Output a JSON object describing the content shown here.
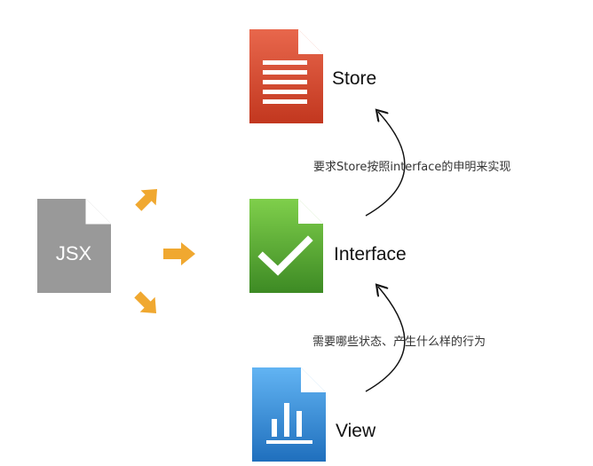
{
  "nodes": {
    "jsx": {
      "label": "JSX",
      "color": "#999999"
    },
    "store": {
      "label": "Store",
      "color": "#d24a34"
    },
    "interface": {
      "label": "Interface",
      "color": "#4ea233"
    },
    "view": {
      "label": "View",
      "color": "#2f86d3"
    }
  },
  "annotations": {
    "store_edge": "要求Store按照interface的申明来实现",
    "view_edge": "需要哪些状态、产生什么样的行为"
  },
  "arrow_color": "#f0a830",
  "icons": {
    "store": "list-document-icon",
    "interface": "check-document-icon",
    "view": "chart-document-icon",
    "jsx": "blank-document-icon"
  }
}
